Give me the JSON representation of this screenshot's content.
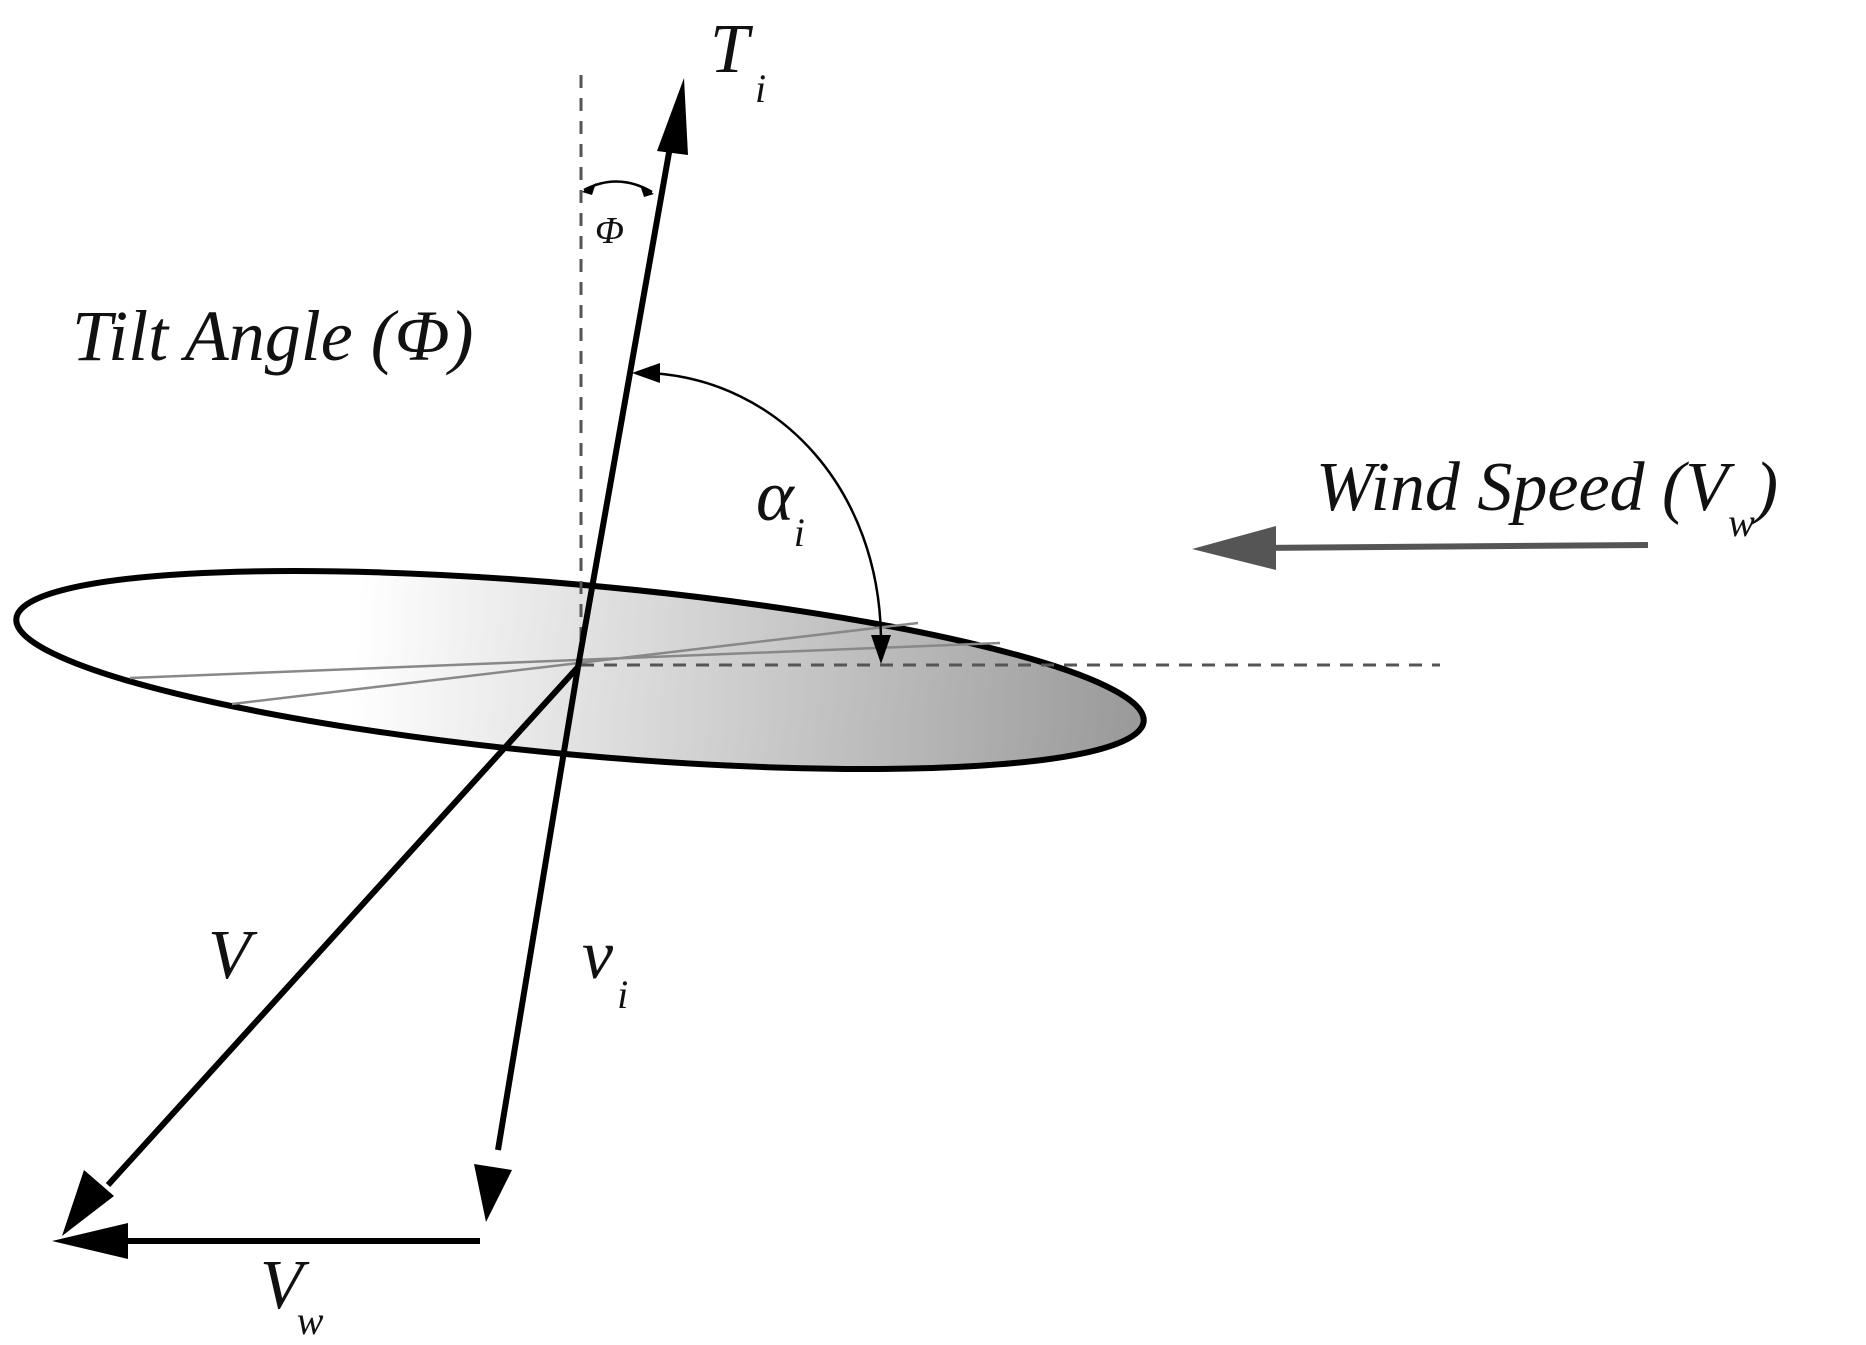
{
  "labels": {
    "thrust": {
      "main": "T",
      "sub": "i"
    },
    "tilt_small": "Φ",
    "tilt_angle": "Tilt Angle (Φ)",
    "alpha": {
      "main": "α",
      "sub": "i"
    },
    "wind_speed": {
      "main": "Wind Speed (V",
      "sub": "w",
      "close": ")"
    },
    "resultant": "V",
    "induced": {
      "main": "v",
      "sub": "i"
    },
    "wind_vector": {
      "main": "V",
      "sub": "w"
    }
  },
  "colors": {
    "stroke": "#000000",
    "wind_arrow": "#555555",
    "dashed": "#555555",
    "disk_light": "#ffffff",
    "disk_dark": "#999999"
  }
}
